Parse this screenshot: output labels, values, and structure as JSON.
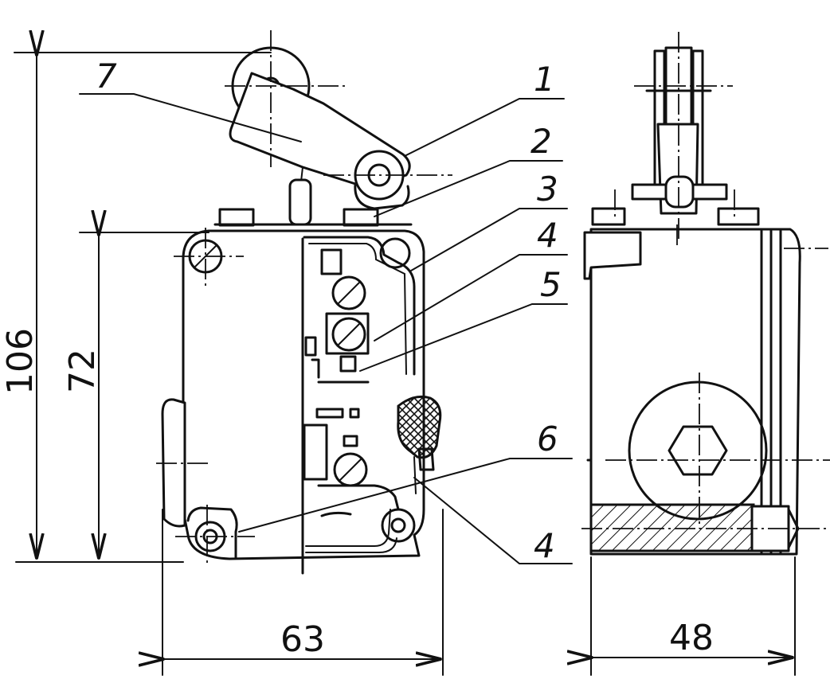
{
  "callouts": {
    "c1": "1",
    "c2": "2",
    "c3": "3",
    "c4a": "4",
    "c5": "5",
    "c6": "6",
    "c4b": "4",
    "c7": "7"
  },
  "dimensions": {
    "overall_height": "106",
    "body_height": "72",
    "front_width": "63",
    "side_width": "48"
  }
}
